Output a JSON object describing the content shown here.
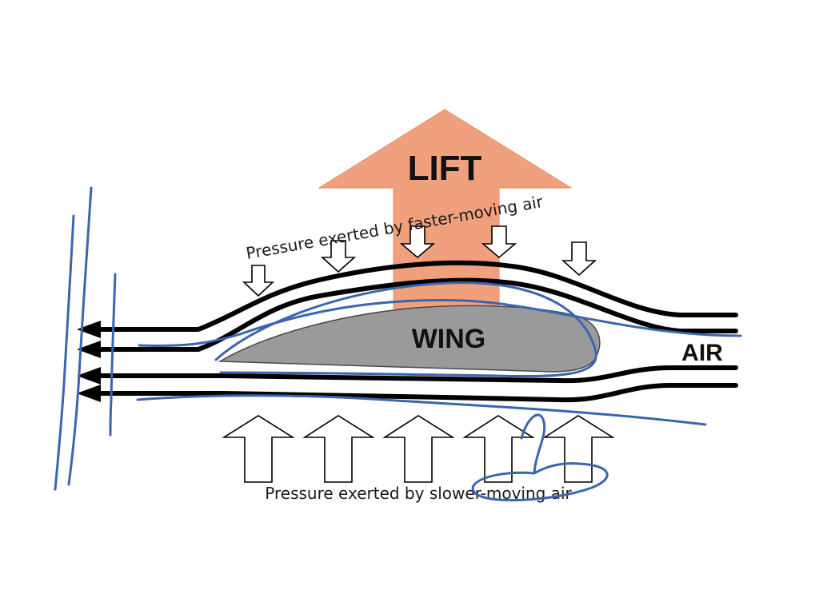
{
  "diagram": {
    "lift_label": "LIFT",
    "wing_label": "WING",
    "air_label": "AIR",
    "top_caption": "Pressure exerted by  faster-moving air",
    "bottom_caption": "Pressure exerted by slower-moving air"
  },
  "colors": {
    "lift_arrow": "#f0a07c",
    "wing": "#9a9a9a",
    "streamlines": "#000000",
    "ink_annotation": "#3b66ad"
  }
}
